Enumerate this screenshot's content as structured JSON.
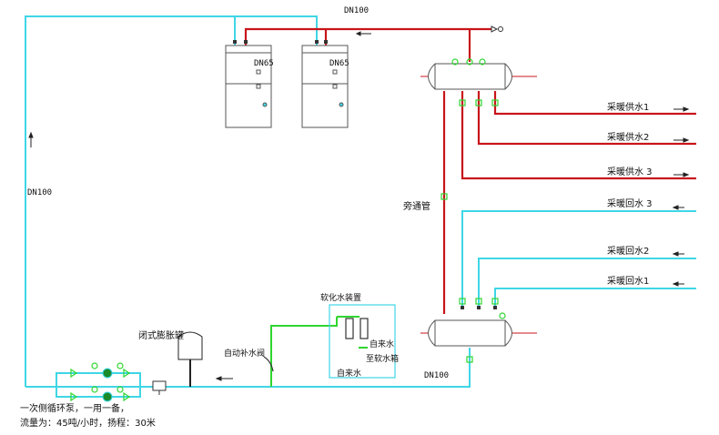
{
  "labels": {
    "dn100_top": "DN100",
    "dn100_left": "DN100",
    "dn100_bottom": "DN100",
    "dn65_a": "DN65",
    "dn65_b": "DN65",
    "supply_1": "采暖供水1",
    "supply_2": "采暖供水2",
    "supply_3": "采暖供水 3",
    "return_3": "采暖回水 3",
    "return_2": "采暖回水2",
    "return_1": "采暖回水1",
    "bypass": "旁通管",
    "softener": "软化水装置",
    "tap_water_1": "自来水",
    "tap_water_2": "自来水",
    "to_tank": "至软水箱",
    "auto_valve": "自动补水阀",
    "expansion_tank": "闭式膨胀罐",
    "pump_note_1": "一次侧循环泵，一用一备，",
    "pump_note_2": "流量为：45吨/小时，扬程：30米"
  },
  "colors": {
    "supply_pipe": "#c8151b",
    "return_pipe": "#3fd6e6",
    "makeup_pipe": "#2fd62f",
    "equipment": "#555555"
  }
}
